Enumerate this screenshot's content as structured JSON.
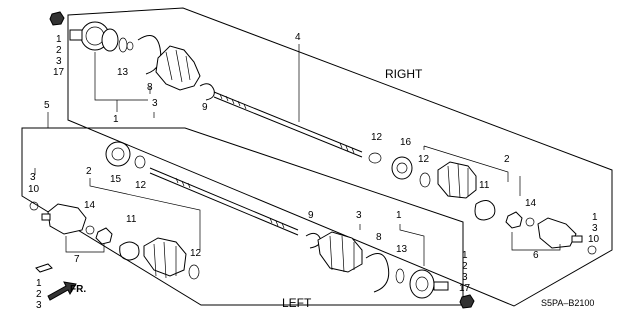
{
  "title_right": "RIGHT",
  "title_left": "LEFT",
  "diagram_code": "S5PA–B2100",
  "fr_label": "FR.",
  "callouts": {
    "c1": "1",
    "c2": "2",
    "c3": "3",
    "c4": "4",
    "c5": "5",
    "c6": "6",
    "c7": "7",
    "c8": "8",
    "c9": "9",
    "c10": "10",
    "c11": "11",
    "c12": "12",
    "c13": "13",
    "c14": "14",
    "c15": "15",
    "c16": "16",
    "c17": "17"
  }
}
